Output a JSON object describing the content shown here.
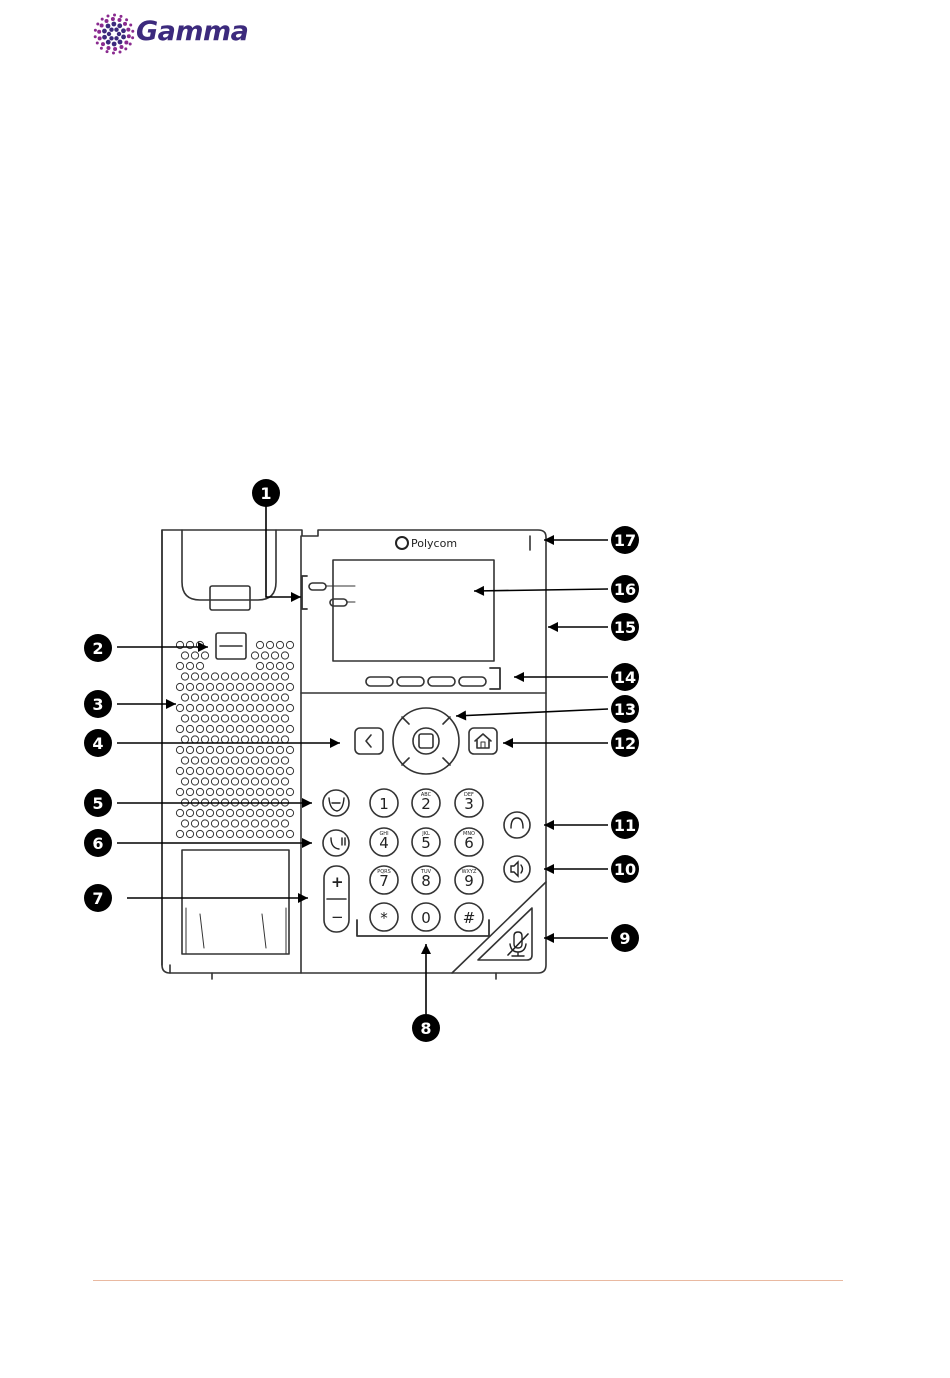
{
  "document": {
    "brand": "Gamma",
    "brand_color": "#3c2a7d",
    "accent_color": "#8a2a8f",
    "footer_rule_color": "#e9b9a1"
  },
  "phone": {
    "brand_label": "Polycom",
    "keypad": [
      {
        "digit": "1",
        "letters": ""
      },
      {
        "digit": "2",
        "letters": "ABC"
      },
      {
        "digit": "3",
        "letters": "DEF"
      },
      {
        "digit": "4",
        "letters": "GHI"
      },
      {
        "digit": "5",
        "letters": "JKL"
      },
      {
        "digit": "6",
        "letters": "MNO"
      },
      {
        "digit": "7",
        "letters": "PQRS"
      },
      {
        "digit": "8",
        "letters": "TUV"
      },
      {
        "digit": "9",
        "letters": "WXYZ"
      },
      {
        "digit": "*",
        "letters": ""
      },
      {
        "digit": "0",
        "letters": ""
      },
      {
        "digit": "#",
        "letters": ""
      }
    ],
    "volume_up": "+",
    "volume_down": "−"
  },
  "callouts": [
    "1",
    "2",
    "3",
    "4",
    "5",
    "6",
    "7",
    "8",
    "9",
    "10",
    "11",
    "12",
    "13",
    "14",
    "15",
    "16",
    "17"
  ]
}
